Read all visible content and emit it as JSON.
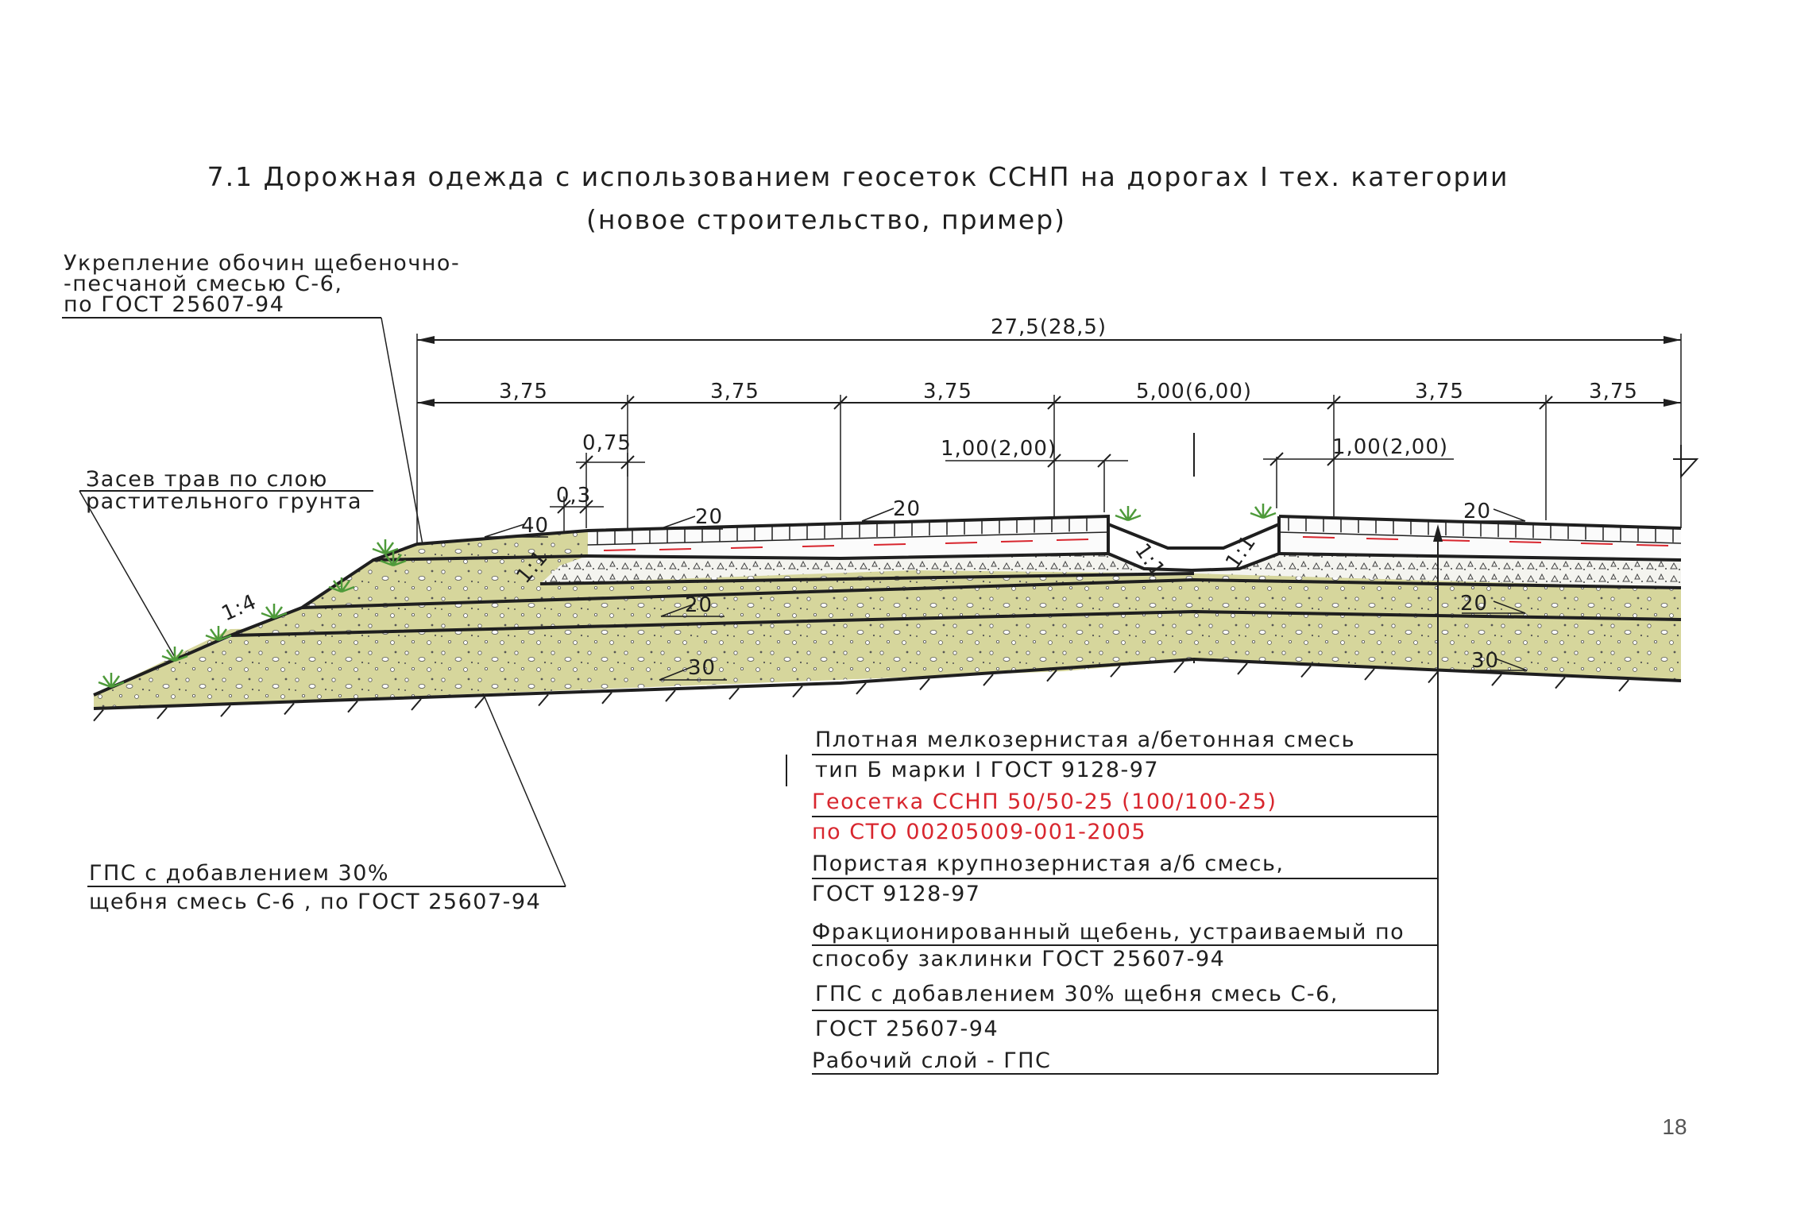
{
  "title": "7.1 Дорожная одежда с использованием геосеток ССНП на дорогах I тех. категории",
  "subtitle": "(новое строительство, пример)",
  "notes": {
    "shoulder": [
      "Укрепление обочин щебеночно-",
      "-песчаной смесью С-6,",
      "по ГОСТ 25607-94"
    ],
    "grass": [
      "Засев трав по слою",
      "растительного грунта"
    ],
    "gps": [
      "ГПС с добавлением 30%",
      "щебня смесь С-6 , по ГОСТ 25607-94"
    ]
  },
  "dimensions": {
    "total": "27,5(28,5)",
    "spans": [
      "3,75",
      "3,75",
      "3,75",
      "5,00(6,00)",
      "3,75",
      "3,75"
    ],
    "berm_left": "0,75",
    "berm_small": "0,3",
    "strip_left": "1,00(2,00)",
    "strip_right": "1,00(2,00)",
    "slope_outer": "1:4",
    "slope_inner_left": "1:1",
    "slope_median_left": "1:1",
    "slope_median_right": "1:1",
    "grade_shoulder": "40",
    "grade_lane1": "20",
    "grade_lane2": "20",
    "grade_lane_right": "20",
    "grade_base_left": "20",
    "grade_base_right": "20",
    "grade_sub_left": "30",
    "grade_sub_right": "30"
  },
  "legend": [
    {
      "lines": [
        "Плотная мелкозернистая а/бетонная смесь",
        "тип Б марки I ГОСТ 9128-97"
      ],
      "color": "#1f1f1f"
    },
    {
      "lines": [
        "Геосетка ССНП 50/50-25 (100/100-25)",
        "по СТО 00205009-001-2005"
      ],
      "color": "#d8262e"
    },
    {
      "lines": [
        "Пористая крупнозернистая а/б смесь,",
        "ГОСТ 9128-97"
      ],
      "color": "#1f1f1f"
    },
    {
      "lines": [
        "Фракционированный щебень, устраиваемый по",
        "способу заклинки ГОСТ 25607-94"
      ],
      "color": "#1f1f1f"
    },
    {
      "lines": [
        "ГПС с добавлением 30% щебня смесь С-6,",
        "ГОСТ 25607-94"
      ],
      "color": "#1f1f1f"
    },
    {
      "lines": [
        "Рабочий слой - ГПС"
      ],
      "color": "#1f1f1f"
    }
  ],
  "page_number": "18",
  "colors": {
    "soil": "#d4d49a",
    "soil_dark": "#c8c888",
    "gravel": "#f3f3ee",
    "asphalt_red": "#d8262e",
    "grass": "#4e9a3a",
    "line": "#1f1f1f"
  }
}
